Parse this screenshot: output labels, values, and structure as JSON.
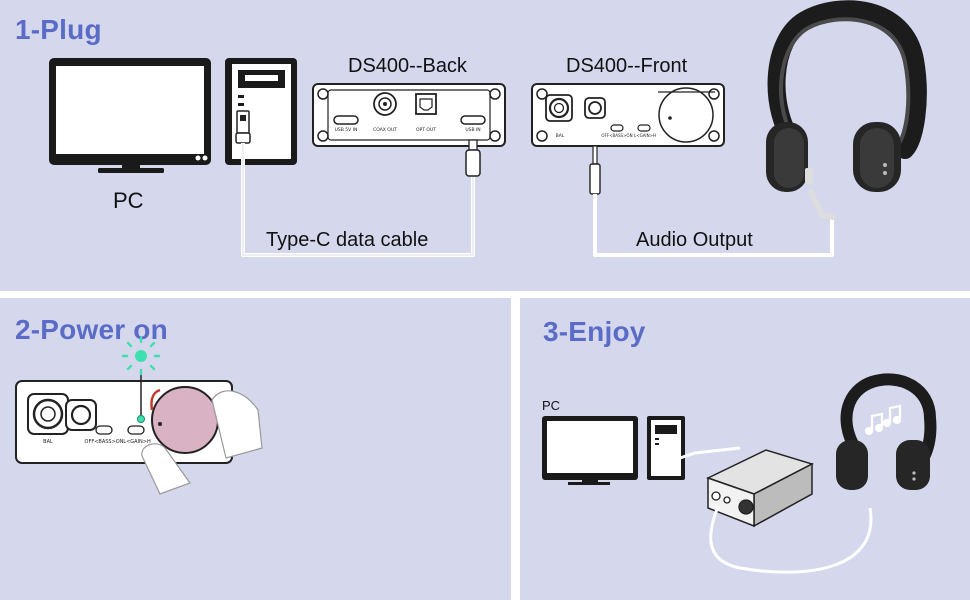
{
  "panels": {
    "plug": {
      "title": "1-Plug",
      "pc_label": "PC",
      "back_label": "DS400--Back",
      "front_label": "DS400--Front",
      "cable_label": "Type-C data cable",
      "audio_label": "Audio Output",
      "back_ports": [
        "USB 5V IN",
        "COAX OUT",
        "OPT OUT",
        "USB IN"
      ],
      "front_ports": [
        "BAL",
        "OFF<BASS>ON",
        "L<GAIN>H"
      ]
    },
    "power": {
      "title": "2-Power on",
      "front_ports": [
        "BAL",
        "OFF<BASS>ON",
        "L<GAIN>H"
      ]
    },
    "enjoy": {
      "title": "3-Enjoy",
      "pc_label": "PC"
    }
  },
  "colors": {
    "panel_bg": "#d5d8ed",
    "title": "#5b6cc7",
    "knob": "#d9b2c3",
    "led": "#3ee0b0",
    "arrow": "#c0392b"
  },
  "icons": [
    "monitor-icon",
    "pc-tower-icon",
    "usb-plug-icon",
    "usb-c-plug-icon",
    "headphones-icon",
    "audio-jack-icon",
    "music-note-icon",
    "led-glow-icon",
    "hand-icon"
  ]
}
